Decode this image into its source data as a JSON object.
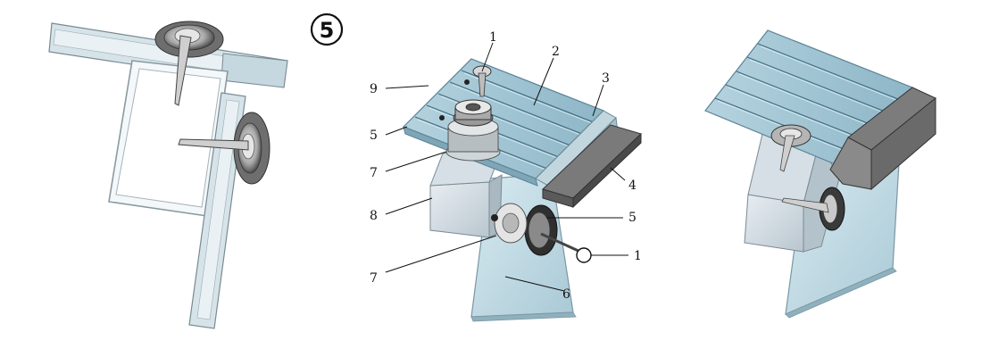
{
  "step_badge": "5",
  "labels": {
    "l1_top": "1",
    "l2": "2",
    "l3": "3",
    "l9": "9",
    "l5_left": "5",
    "l7_upper": "7",
    "l4": "4",
    "l8": "8",
    "l5_right": "5",
    "l1_right": "1",
    "l7_lower": "7",
    "l6": "6"
  },
  "colors": {
    "panel_blue": "#9fc6d6",
    "panel_blue_dark": "#6f9fb3",
    "glass": "#c9dfe8",
    "steel_dark": "#4a4a4a",
    "steel_mid": "#8a8a8a",
    "steel_light": "#cfcfcf",
    "outline": "#666666"
  }
}
